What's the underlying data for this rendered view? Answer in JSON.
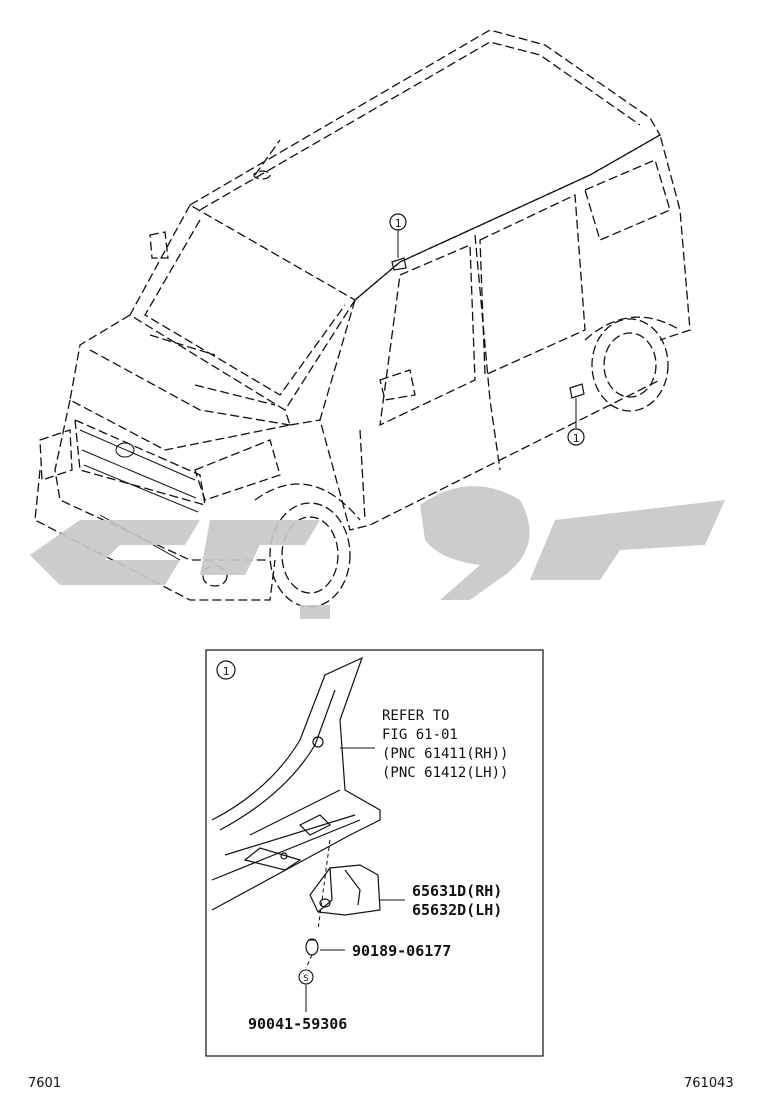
{
  "callout_marker": "1",
  "detail": {
    "refer_line1": "REFER TO",
    "refer_line2": "FIG 61-01",
    "refer_line3": "(PNC 61411(RH))",
    "refer_line4": "(PNC 61412(LH))",
    "part_rh": "65631D(RH)",
    "part_lh": "65632D(LH)",
    "part_clip": "90189-06177",
    "part_screw": "90041-59306",
    "screw_marker": "S"
  },
  "footer": {
    "left_code": "7601",
    "right_code": "761043"
  },
  "watermark": "كار٩ك",
  "colors": {
    "line": "#111111",
    "watermark": "#c8c8c8"
  }
}
